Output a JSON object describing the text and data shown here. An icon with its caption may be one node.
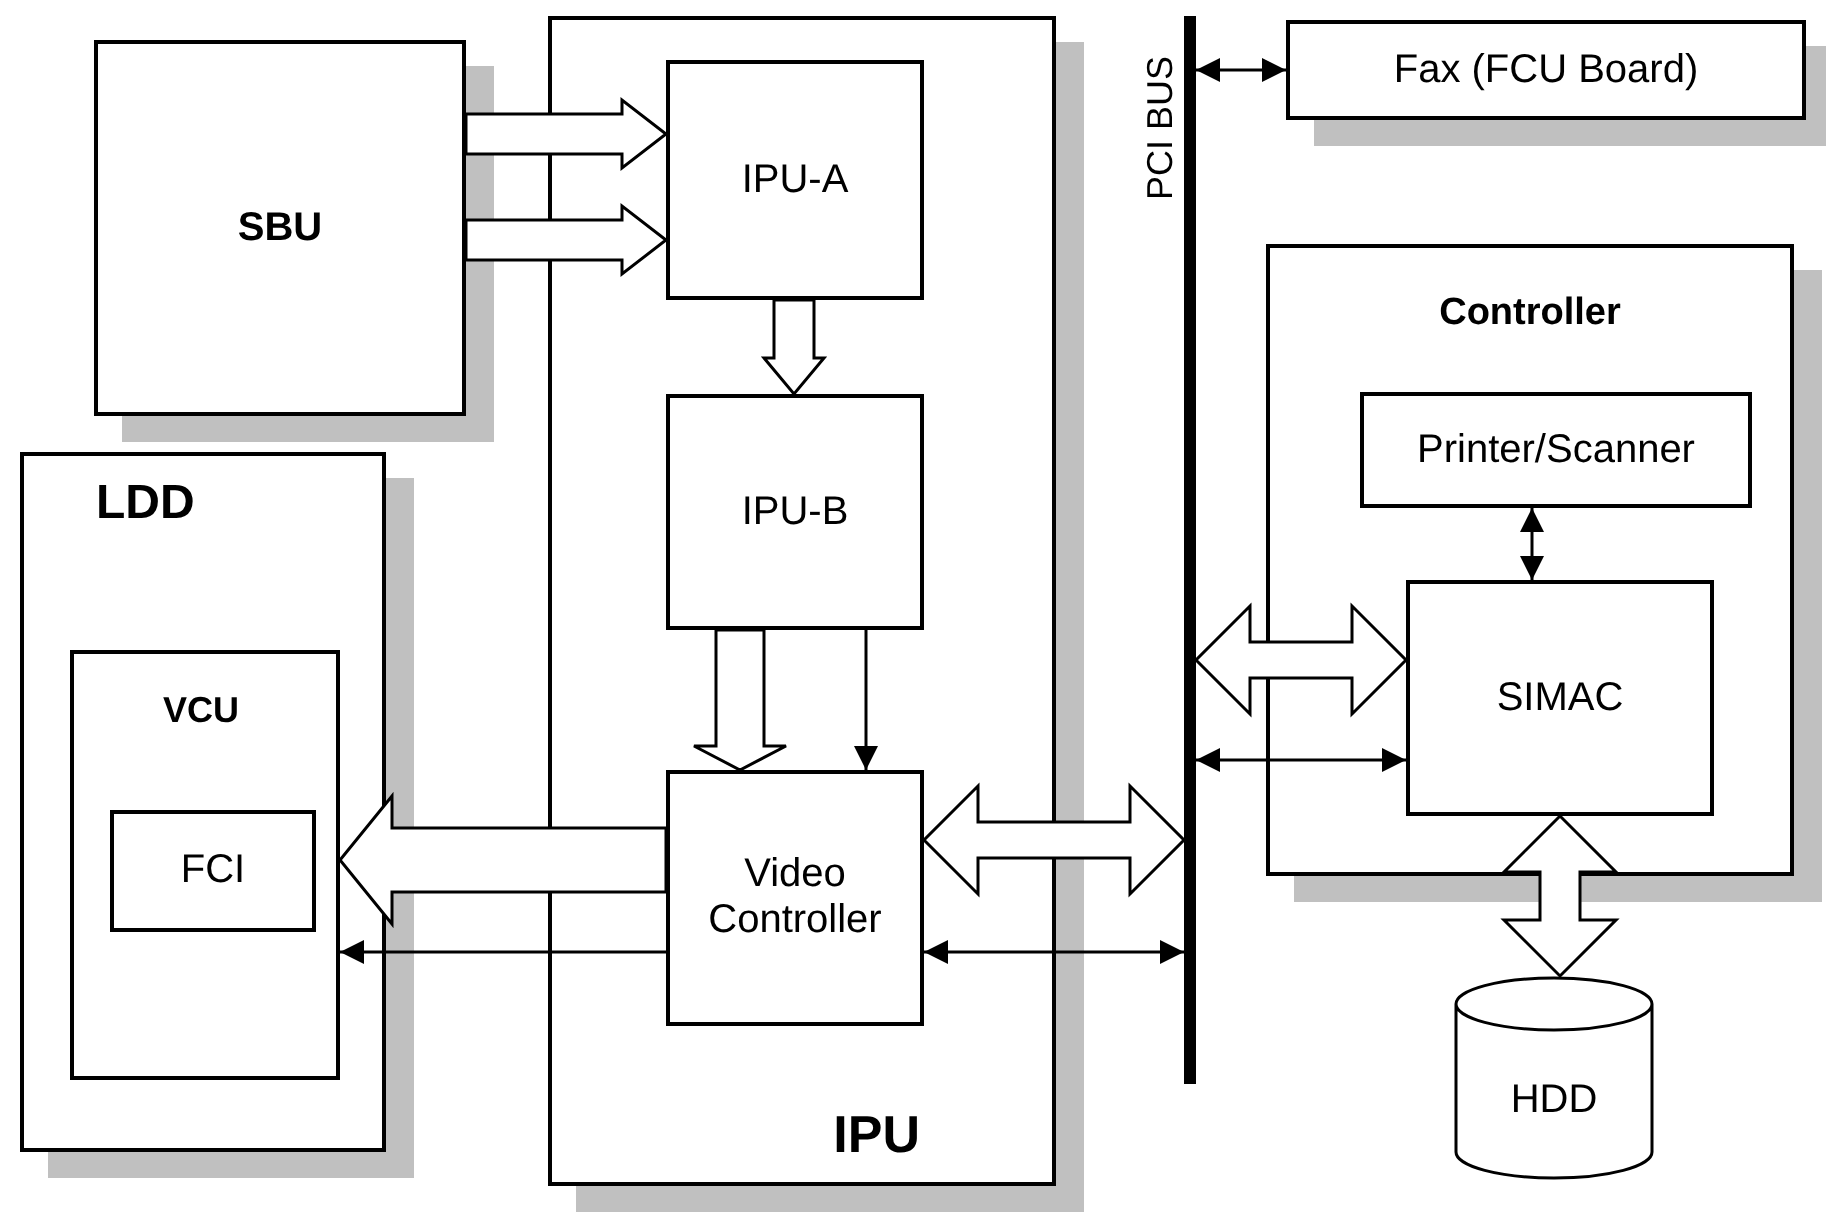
{
  "diagram": {
    "nodes": [
      {
        "text": [
          "SBU"
        ]
      },
      {
        "text": [
          "IPU"
        ]
      },
      {
        "text": [
          "IPU-A"
        ],
        "in": 1
      },
      {
        "text": [
          "IPU-B"
        ],
        "in": 1
      },
      {
        "text": [
          "Video Controller"
        ],
        "in": 1
      },
      {
        "text": [
          "LDD"
        ]
      },
      {
        "text": [
          "VCU"
        ],
        "in": 5
      },
      {
        "text": [
          "FCI"
        ],
        "in": 6
      },
      {
        "text": [],
        "shape": "bar",
        "beside": [
          "PCI BUS"
        ]
      },
      {
        "text": [
          "Fax (FCU Board)"
        ]
      },
      {
        "text": [
          "Controller"
        ]
      },
      {
        "text": [
          "Printer/Scanner"
        ],
        "in": 10
      },
      {
        "text": [
          "SIMAC"
        ],
        "in": 10
      },
      {
        "text": [
          "HDD"
        ]
      }
    ],
    "edges": [
      {
        "from": 0,
        "to": 2,
        "arrow": "to",
        "style": "thick"
      },
      {
        "from": 0,
        "to": 2,
        "arrow": "to",
        "style": "thick"
      },
      {
        "from": 2,
        "to": 3,
        "arrow": "to",
        "style": "thick"
      },
      {
        "from": 3,
        "to": 4,
        "arrow": "to",
        "style": "thick"
      },
      {
        "from": 3,
        "to": 4,
        "arrow": "to"
      },
      {
        "from": 4,
        "to": 6,
        "arrow": "to",
        "style": "thick"
      },
      {
        "from": 4,
        "to": 6,
        "arrow": "to"
      },
      {
        "from": 4,
        "to": 8,
        "arrow": "both",
        "style": "thick"
      },
      {
        "from": 4,
        "to": 8,
        "arrow": "both"
      },
      {
        "from": 8,
        "to": 9,
        "arrow": "both"
      },
      {
        "from": 8,
        "to": 12,
        "arrow": "both",
        "style": "thick"
      },
      {
        "from": 8,
        "to": 12,
        "arrow": "both"
      },
      {
        "from": 11,
        "to": 12,
        "arrow": "both"
      },
      {
        "from": 12,
        "to": 13,
        "arrow": "both",
        "style": "thick"
      }
    ]
  }
}
